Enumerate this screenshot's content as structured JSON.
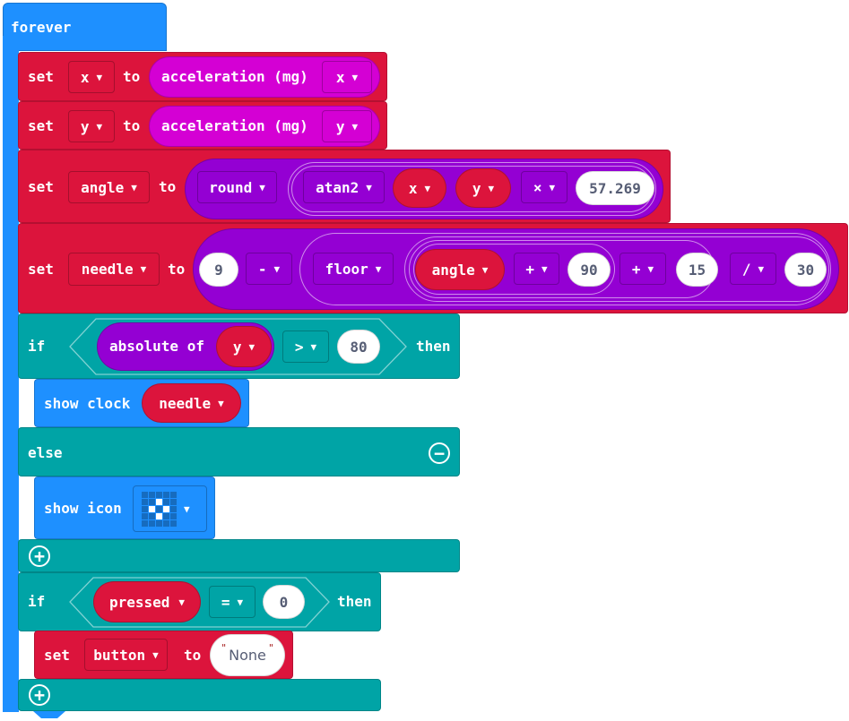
{
  "forever": {
    "label": "forever"
  },
  "set_x": {
    "set": "set",
    "var": "x",
    "to": "to",
    "reporter": "acceleration (mg)",
    "axis": "x"
  },
  "set_y": {
    "set": "set",
    "var": "y",
    "to": "to",
    "reporter": "acceleration (mg)",
    "axis": "y"
  },
  "set_angle": {
    "set": "set",
    "var": "angle",
    "to": "to",
    "round": "round",
    "atan2": "atan2",
    "arg1": "x",
    "arg2": "y",
    "op": "×",
    "value": "57.269"
  },
  "set_needle": {
    "set": "set",
    "var": "needle",
    "to": "to",
    "n9": "9",
    "op_minus": "-",
    "floor": "floor",
    "angle": "angle",
    "op_plus1": "+",
    "n90": "90",
    "op_plus2": "+",
    "n15": "15",
    "op_div": "/",
    "n30": "30"
  },
  "if1": {
    "if": "if",
    "absolute": "absolute of",
    "var": "y",
    "op": ">",
    "value": "80",
    "then": "then",
    "else": "else"
  },
  "show_clock": {
    "label": "show clock",
    "var": "needle"
  },
  "show_icon": {
    "label": "show icon",
    "icon": "small-diamond",
    "pattern": [
      [
        0,
        0,
        0,
        0,
        0
      ],
      [
        0,
        0,
        1,
        0,
        0
      ],
      [
        0,
        1,
        0,
        1,
        0
      ],
      [
        0,
        0,
        1,
        0,
        0
      ],
      [
        0,
        0,
        0,
        0,
        0
      ]
    ]
  },
  "if2": {
    "if": "if",
    "var": "pressed",
    "op": "=",
    "value": "0",
    "then": "then"
  },
  "set_button": {
    "set": "set",
    "var": "button",
    "to": "to",
    "value": "None"
  },
  "colors": {
    "loops": "#1e90ff",
    "variables": "#dc143c",
    "input": "#d400d4",
    "math": "#9400d3",
    "logic": "#00a4a6"
  }
}
